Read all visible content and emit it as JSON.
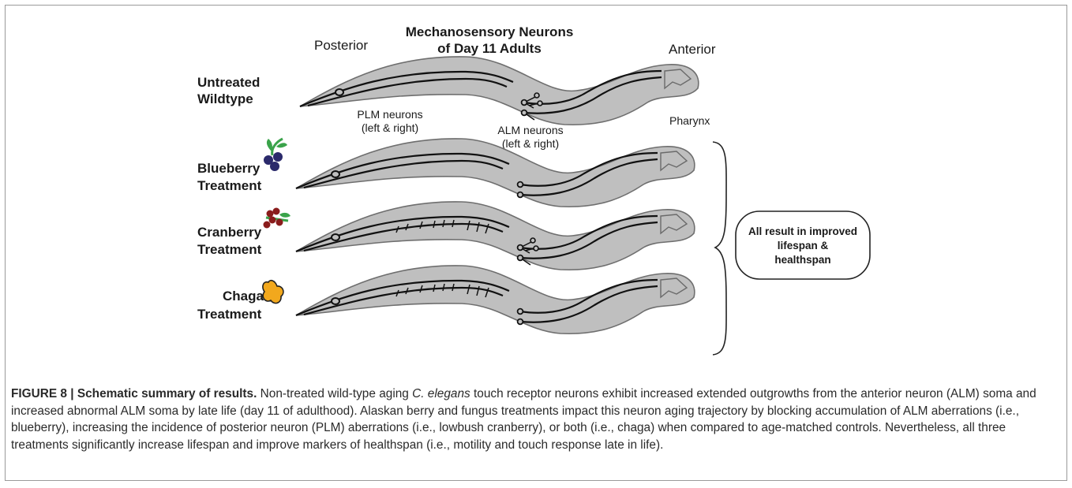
{
  "diagram": {
    "title_line1": "Mechanosensory Neurons",
    "title_line2": "of Day 11 Adults",
    "posterior_label": "Posterior",
    "anterior_label": "Anterior",
    "rows": [
      {
        "line1": "Untreated",
        "line2": "Wildtype"
      },
      {
        "line1": "Blueberry",
        "line2": "Treatment"
      },
      {
        "line1": "Cranberry",
        "line2": "Treatment"
      },
      {
        "line1": "Chaga",
        "line2": "Treatment"
      }
    ],
    "plm_line1": "PLM neurons",
    "plm_line2": "(left & right)",
    "alm_line1": "ALM neurons",
    "alm_line2": "(left & right)",
    "pharynx_label": "Pharynx",
    "result_line1": "All result in improved",
    "result_line2": "lifespan &",
    "result_line3": "healthspan",
    "colors": {
      "worm_fill": "#bfbfbf",
      "blueberry": "#2b2a6b",
      "cranberry": "#8a1c1c",
      "leaf": "#3aa34a",
      "chaga": "#f2a81d"
    }
  },
  "caption": {
    "label": "FIGURE 8 | Schematic summary of results.",
    "text_a": " Non-treated wild-type aging ",
    "species": "C. elegans",
    "text_b": " touch receptor neurons exhibit increased extended outgrowths from the anterior neuron (ALM) soma and increased abnormal ALM soma by late life (day 11 of adulthood). Alaskan berry and fungus treatments impact this neuron aging trajectory by blocking accumulation of ALM aberrations (i.e., blueberry), increasing the incidence of posterior neuron (PLM) aberrations (i.e., lowbush cranberry), or both (i.e., chaga) when compared to age-matched controls. Nevertheless, all three treatments significantly increase lifespan and improve markers of healthspan (i.e., motility and touch response late in life)."
  }
}
